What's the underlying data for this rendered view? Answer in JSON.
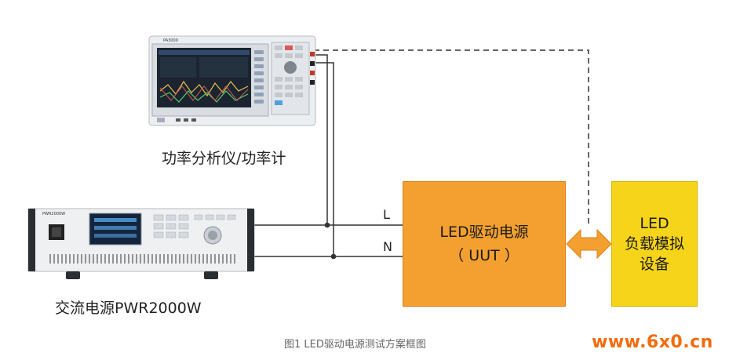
{
  "analyzer": {
    "label": "功率分析仪/功率计",
    "model": "PA3000"
  },
  "source": {
    "label": "交流电源PWR2000W",
    "model": "PWR2000W"
  },
  "lines": {
    "l_label": "L",
    "n_label": "N"
  },
  "uut": {
    "line1": "LED驱动电源",
    "line2": "（ UUT ）"
  },
  "load": {
    "line1": "LED",
    "line2": "负载模拟",
    "line3": "设备"
  },
  "caption": "图1  LED驱动电源测试方案框图",
  "watermark": "www.6x0.cn",
  "colors": {
    "uut": "#f4a030",
    "load": "#f6d41a",
    "arrow": "#f4a030",
    "wire": "#333333",
    "watermark": "#f26c0d"
  }
}
